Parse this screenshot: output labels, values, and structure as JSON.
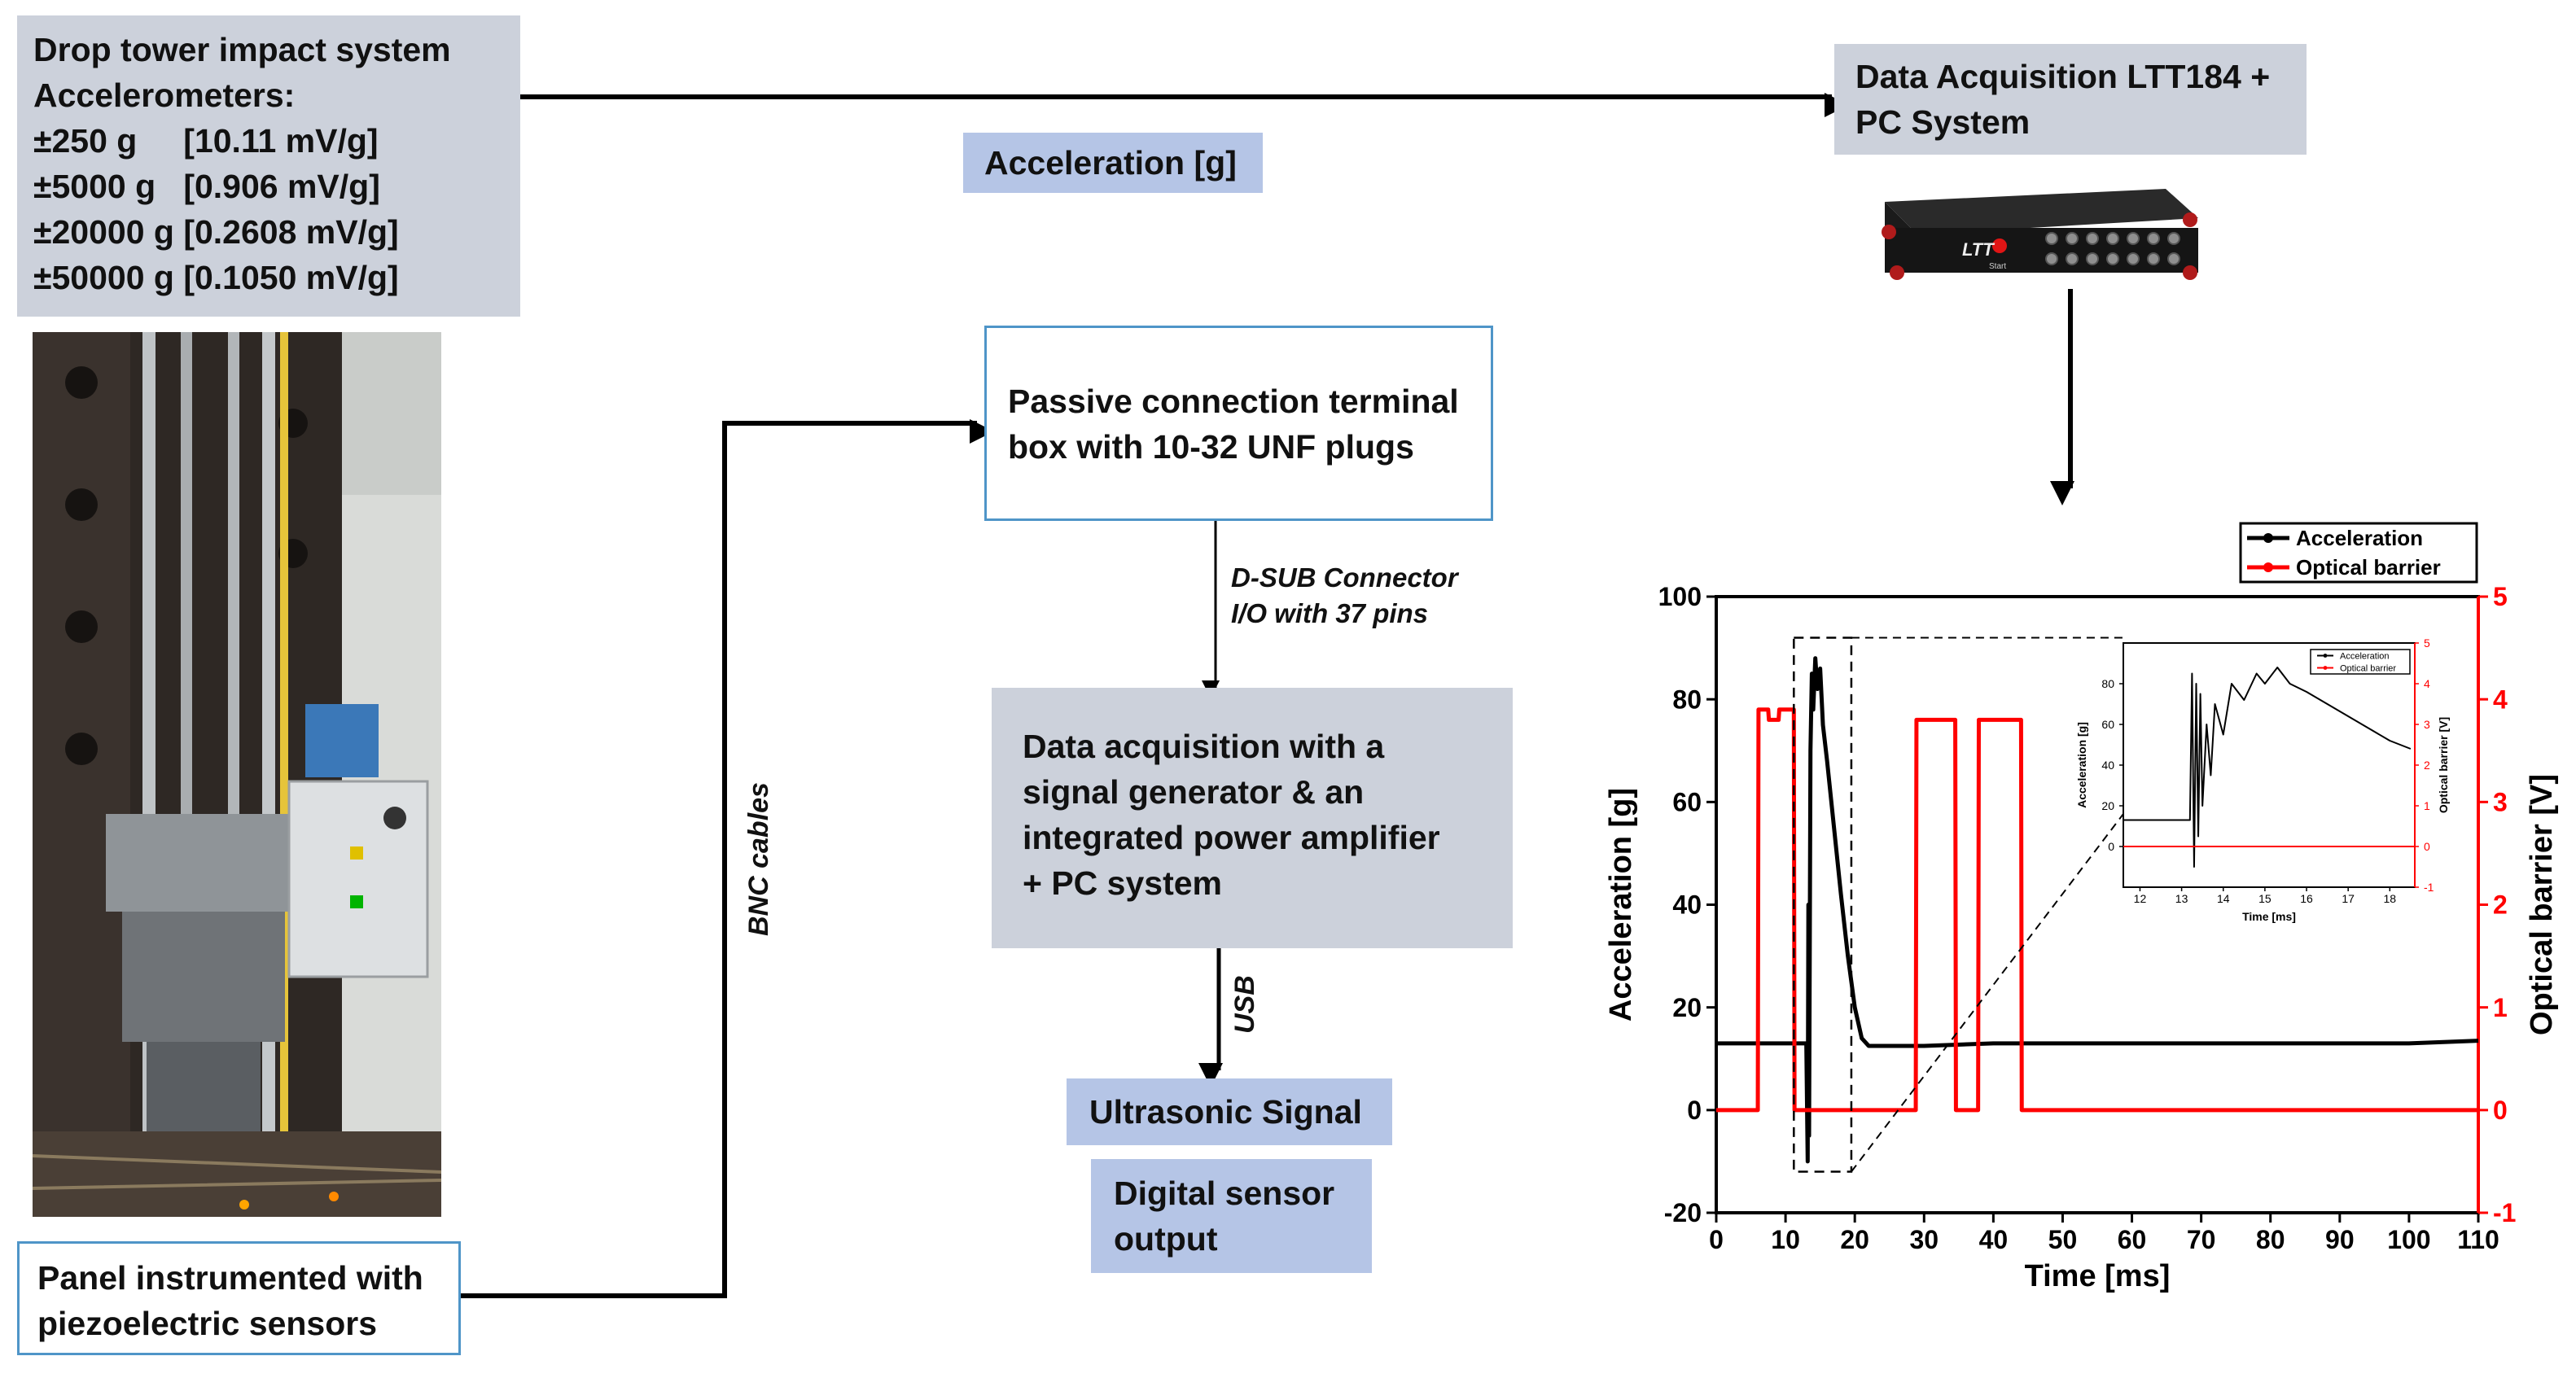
{
  "drop_tower": {
    "title": "Drop tower impact system",
    "subtitle": "Accelerometers:",
    "ranges": [
      "±250 g     [10.11 mV/g]",
      "±5000 g   [0.906 mV/g]",
      "±20000 g [0.2608 mV/g]",
      "±50000 g [0.1050 mV/g]"
    ]
  },
  "acceleration_label": "Acceleration [g]",
  "daq_ltt": {
    "line1": "Data Acquisition LTT184 +",
    "line2": "PC System"
  },
  "daq_device": {
    "brand": "LTT",
    "button_label": "Start"
  },
  "terminal_box": {
    "line1": "Passive connection terminal",
    "line2": "box with 10-32 UNF plugs"
  },
  "dsub_label": {
    "line1": "D-SUB Connector",
    "line2": "I/O with 37 pins"
  },
  "daq_signal": {
    "lines": [
      "Data acquisition with a",
      "signal generator & an",
      "integrated power amplifier",
      "+ PC system"
    ]
  },
  "usb_label": "USB",
  "ultrasonic_label": "Ultrasonic Signal",
  "digital_output": {
    "line1": "Digital sensor",
    "line2": "output"
  },
  "bnc_label": "BNC cables",
  "panel": {
    "line1": "Panel instrumented with",
    "line2": "piezoelectric sensors"
  },
  "colors": {
    "gray_box": "#ccd1db",
    "blue_box": "#b5c5e6",
    "outline": "#4f95c8",
    "acceleration": "#000000",
    "optical": "#ff0000"
  },
  "chart_data": [
    {
      "type": "line",
      "xlabel": "Time [ms]",
      "ylabel": "Acceleration [g]",
      "y2label": "Optical barrier [V]",
      "xlim": [
        0,
        110
      ],
      "ylim": [
        -20,
        100
      ],
      "y2lim": [
        -1,
        5
      ],
      "xticks": [
        0,
        10,
        20,
        30,
        40,
        50,
        60,
        70,
        80,
        90,
        100,
        110
      ],
      "yticks": [
        -20,
        0,
        20,
        40,
        60,
        80,
        100
      ],
      "y2ticks": [
        -1,
        0,
        1,
        2,
        3,
        4,
        5
      ],
      "legend": [
        "Acceleration",
        "Optical barrier"
      ],
      "legend_position": "top-right",
      "series": [
        {
          "name": "Acceleration",
          "axis": "left",
          "x": [
            0,
            12.5,
            13.0,
            13.2,
            13.3,
            13.4,
            13.6,
            13.8,
            14.0,
            14.3,
            14.6,
            15.0,
            15.4,
            16.0,
            17.0,
            18.0,
            19.0,
            20.0,
            21.0,
            22.0,
            30,
            40,
            60,
            80,
            100,
            110
          ],
          "y": [
            13,
            13,
            13,
            -10,
            40,
            -5,
            70,
            85,
            78,
            88,
            82,
            86,
            75,
            68,
            55,
            42,
            30,
            20,
            14,
            12.5,
            12.5,
            13,
            13,
            13,
            13,
            13.5
          ]
        },
        {
          "name": "Optical barrier",
          "axis": "right",
          "x": [
            0,
            6.0,
            6.1,
            7.5,
            7.6,
            9.0,
            9.1,
            11.2,
            11.3,
            28.8,
            28.9,
            34.5,
            34.6,
            37.8,
            37.9,
            44.0,
            44.1,
            110
          ],
          "y": [
            0,
            0,
            3.9,
            3.9,
            3.8,
            3.8,
            3.9,
            3.9,
            0,
            0,
            3.8,
            3.8,
            0,
            0,
            3.8,
            3.8,
            0,
            0
          ]
        }
      ]
    },
    {
      "type": "line",
      "inset": true,
      "xlabel": "Time [ms]",
      "ylabel": "Acceleration [g]",
      "y2label": "Optical barrier [V]",
      "xlim": [
        11.6,
        18.6
      ],
      "ylim": [
        -20,
        100
      ],
      "y2lim": [
        -1,
        5
      ],
      "xticks": [
        12,
        13,
        14,
        15,
        16,
        17,
        18
      ],
      "yticks": [
        0,
        20,
        40,
        60,
        80
      ],
      "y2ticks": [
        -1,
        0,
        1,
        2,
        3,
        4,
        5
      ],
      "legend": [
        "Acceleration",
        "Optical barrier"
      ],
      "legend_position": "top-right",
      "series": [
        {
          "name": "Acceleration",
          "axis": "left",
          "x": [
            11.6,
            13.2,
            13.25,
            13.3,
            13.35,
            13.4,
            13.45,
            13.5,
            13.6,
            13.7,
            13.8,
            14.0,
            14.2,
            14.5,
            14.8,
            15.0,
            15.3,
            15.6,
            16.0,
            16.5,
            17.0,
            17.5,
            18.0,
            18.5
          ],
          "y": [
            13,
            13,
            85,
            -10,
            80,
            5,
            75,
            20,
            60,
            35,
            70,
            55,
            80,
            72,
            85,
            80,
            88,
            80,
            76,
            70,
            64,
            58,
            52,
            48
          ]
        },
        {
          "name": "Optical barrier",
          "axis": "right",
          "x": [
            11.6,
            18.6
          ],
          "y": [
            0,
            0
          ]
        }
      ]
    }
  ]
}
